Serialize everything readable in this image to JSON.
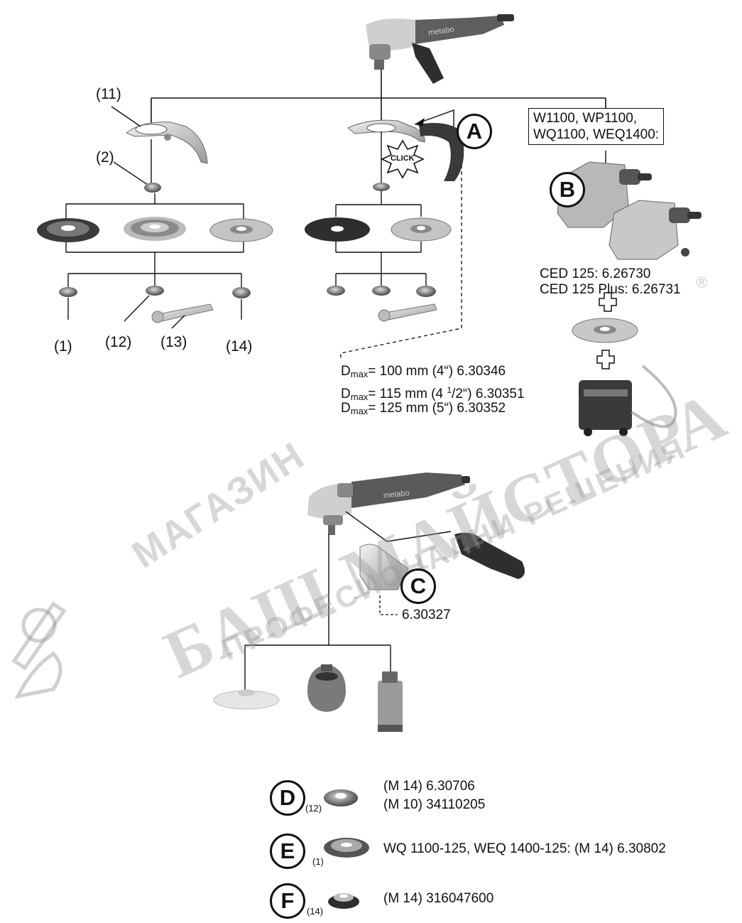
{
  "labels": {
    "p11": "(11)",
    "p2": "(2)",
    "p1": "(1)",
    "p12": "(12)",
    "p13": "(13)",
    "p14": "(14)",
    "A": "A",
    "B": "B",
    "C": "C",
    "D": "D",
    "E": "E",
    "F": "F",
    "click": "CLICK"
  },
  "model_box": [
    "W1100, WP1100,",
    "WQ1100, WEQ1400:"
  ],
  "ced": [
    "CED 125: 6.26730",
    "CED 125 Plus: 6.26731"
  ],
  "dmax": {
    "prefix": "D",
    "sub": "max",
    "rows": [
      {
        "a": "= 100 mm (4“) 6.30346",
        "frac": "",
        "b": ""
      },
      {
        "a": "= 115 mm (4 ",
        "frac": "1",
        "b": "/2“) 6.30351"
      },
      {
        "a": "= 125 mm (5“) 6.30352",
        "frac": "",
        "b": ""
      }
    ]
  },
  "c_part": "6.30327",
  "legend": [
    {
      "letter": "D",
      "ref": "(12)",
      "lines": [
        "(M 14) 6.30706",
        "(M 10) 34110205"
      ]
    },
    {
      "letter": "E",
      "ref": "(1)",
      "lines": [
        "WQ 1100-125, WEQ 1400-125: (M 14) 6.30802"
      ]
    },
    {
      "letter": "F",
      "ref": "(14)",
      "lines": [
        "(M 14) 316047600"
      ]
    }
  ],
  "watermark": {
    "line1": "МАГАЗИН",
    "line2": "БАШ МАЙСТОРА",
    "line3": "ПРОФЕСИОНАЛНИ РЕШЕНИЯ",
    "reg": "®"
  },
  "brand": "metabo",
  "colors": {
    "line": "#111111",
    "tool_body": "#5a5a5a",
    "grip": "#2e2e2e",
    "guard": "#c8c8c8",
    "watermark": "#9a9a9a"
  }
}
